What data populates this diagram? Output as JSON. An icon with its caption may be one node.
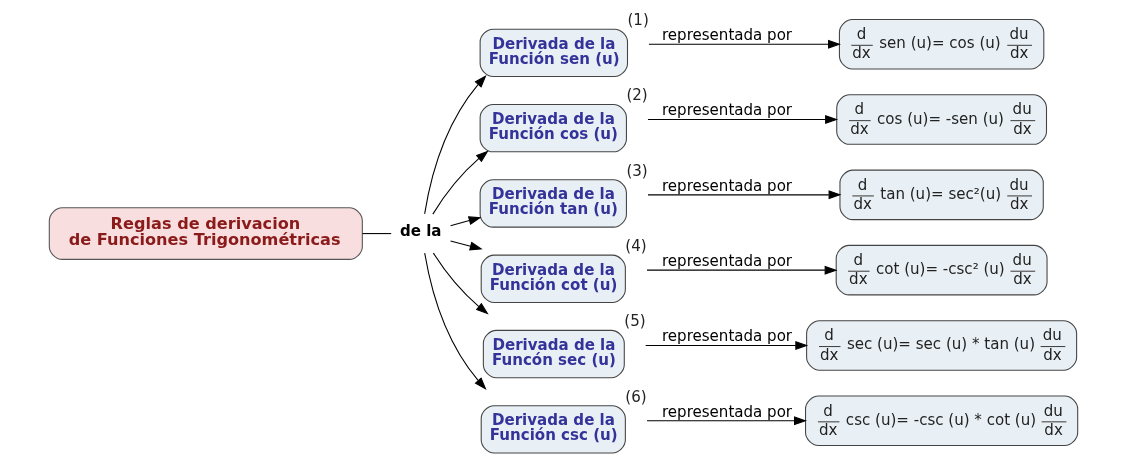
{
  "diagram": {
    "nodes": [
      {
        "text": [
          "Reglas de derivacion de Funciones Trigonométricas"
        ]
      },
      {
        "text": [
          "de la"
        ]
      },
      {
        "text": [
          "Derivada de la Función sen (u)"
        ],
        "beside": [
          "(1)"
        ]
      },
      {
        "text": [
          "d",
          "dx",
          "sen (u)= cos (u)",
          "du",
          "dx"
        ]
      },
      {
        "text": [
          "Derivada de la Función cos (u)"
        ],
        "beside": [
          "(2)"
        ]
      },
      {
        "text": [
          "d",
          "dx",
          "cos (u)= -sen (u)",
          "du",
          "dx"
        ]
      },
      {
        "text": [
          "Derivada de la Función tan (u)"
        ],
        "beside": [
          "(3)"
        ]
      },
      {
        "text": [
          "d",
          "dx",
          "tan (u)= sec²(u)",
          "du",
          "dx"
        ]
      },
      {
        "text": [
          "Derivada de la Función cot (u)"
        ],
        "beside": [
          "(4)"
        ]
      },
      {
        "text": [
          "d",
          "dx",
          "cot (u)= -csc² (u)",
          "du",
          "dx"
        ]
      },
      {
        "text": [
          "Derivada de la Funcón sec (u)"
        ],
        "beside": [
          "(5)"
        ]
      },
      {
        "text": [
          "d",
          "dx",
          "sec (u)= sec (u) * tan (u)",
          "du",
          "dx"
        ]
      },
      {
        "text": [
          "Derivada de la Función csc (u)"
        ],
        "beside": [
          "(6)"
        ]
      },
      {
        "text": [
          "d",
          "dx",
          "csc (u)= -csc (u) * cot (u)",
          "du",
          "dx"
        ]
      }
    ],
    "edges": [
      {
        "from": 0,
        "to": 1,
        "arrow": "none"
      },
      {
        "from": 1,
        "to": 2,
        "arrow": "to"
      },
      {
        "from": 1,
        "to": 4,
        "arrow": "to"
      },
      {
        "from": 1,
        "to": 6,
        "arrow": "to"
      },
      {
        "from": 1,
        "to": 8,
        "arrow": "to"
      },
      {
        "from": 1,
        "to": 10,
        "arrow": "to"
      },
      {
        "from": 1,
        "to": 12,
        "arrow": "to"
      },
      {
        "from": 2,
        "to": 3,
        "arrow": "to",
        "label": "representada por"
      },
      {
        "from": 4,
        "to": 5,
        "arrow": "to",
        "label": "representada por"
      },
      {
        "from": 6,
        "to": 7,
        "arrow": "to",
        "label": "representada por"
      },
      {
        "from": 8,
        "to": 9,
        "arrow": "to",
        "label": "representada por"
      },
      {
        "from": 10,
        "to": 11,
        "arrow": "to",
        "label": "representada por"
      },
      {
        "from": 12,
        "to": 13,
        "arrow": "to",
        "label": "representada por"
      }
    ]
  }
}
